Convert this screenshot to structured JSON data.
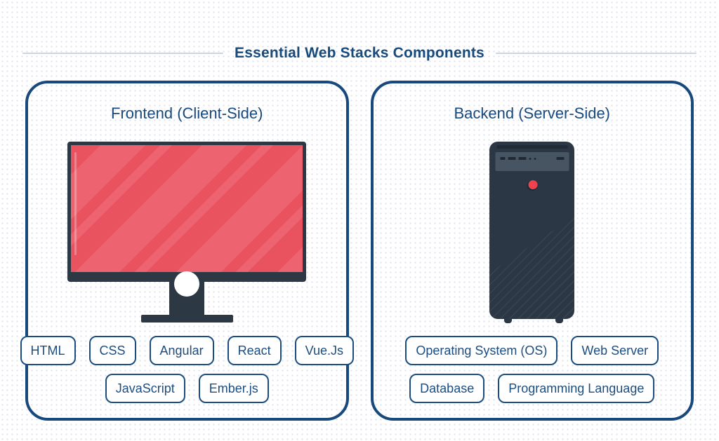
{
  "title": "Essential Web Stacks Components",
  "frontend": {
    "title": "Frontend (Client-Side)",
    "illustration": "desktop-monitor",
    "tags_row1": [
      "HTML",
      "CSS",
      "Angular",
      "React",
      "Vue.Js"
    ],
    "tags_row2": [
      "JavaScript",
      "Ember.js"
    ]
  },
  "backend": {
    "title": "Backend (Server-Side)",
    "illustration": "server-tower",
    "tags_row1": [
      "Operating System (OS)",
      "Web Server"
    ],
    "tags_row2": [
      "Database",
      "Programming Language"
    ]
  },
  "colors": {
    "navy": "#17497c",
    "divider_gray": "#ccd6e0",
    "monitor_frame": "#2d3845",
    "screen_red": "#e95360",
    "screen_red_light": "#ed6470",
    "server_body": "#2b3744",
    "server_panel": "#475461",
    "power_button_red": "#ee4250",
    "background": "#ffffff"
  }
}
